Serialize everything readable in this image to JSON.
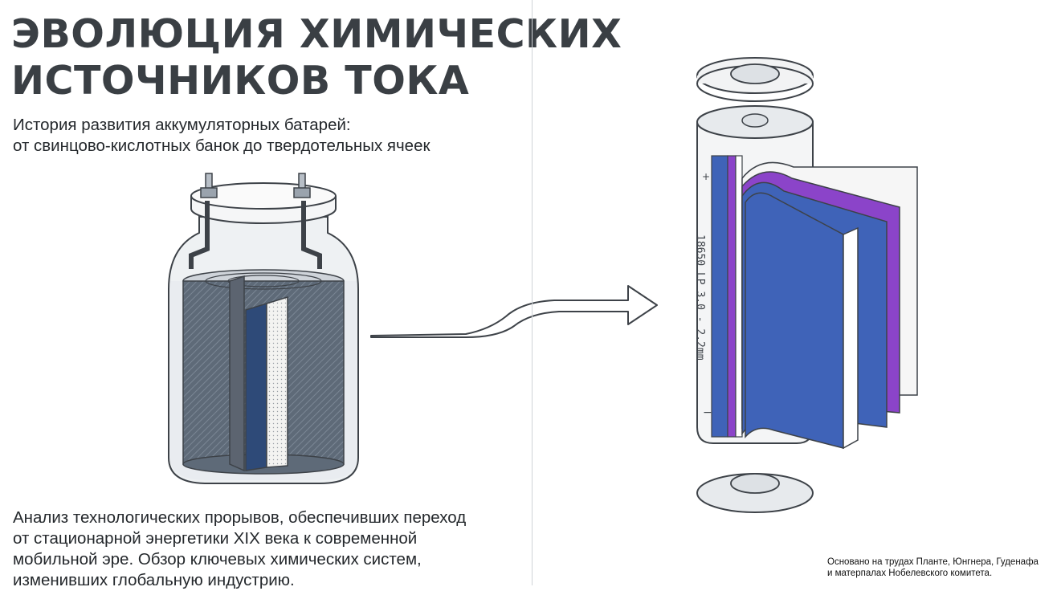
{
  "title": {
    "line1": "ЭВОЛЮЦИЯ ХИМИЧЕСКИХ",
    "line2": "ИСТОЧНИКОВ ТОКА"
  },
  "subtitle": {
    "line1": "История развития аккумуляторных батарей:",
    "line2": "от свинцово-кислотных банок до твердотельных ячеек"
  },
  "description": {
    "line1": "Анализ технологических прорывов, обеспечивших переход",
    "line2": "от стационарной энергетики XIX века к современной",
    "line3": "мобильной эре. Обзор ключевых химических систем,",
    "line4": "изменивших глобальную индустрию."
  },
  "credit": {
    "line1": "Основано на трудах Планте, Юнгнера, Гуденафа",
    "line2": "и матерпалах Нобелевского комитета."
  },
  "cell": {
    "label": "18650 LP 3.0 - 2.2mm",
    "plus_sign": "+",
    "minus_sign": "−"
  },
  "colors": {
    "title": "#3a3f44",
    "text": "#24282c",
    "outline": "#3d4248",
    "electrode_blue": "#3f63b8",
    "electrode_purple": "#8b44c9",
    "lead_plate": "#5e6a78",
    "glass": "#eef1f3"
  },
  "icons": [
    "lead-acid-jar-illustration",
    "transition-arrow-icon",
    "cylindrical-cell-cutaway-illustration"
  ]
}
